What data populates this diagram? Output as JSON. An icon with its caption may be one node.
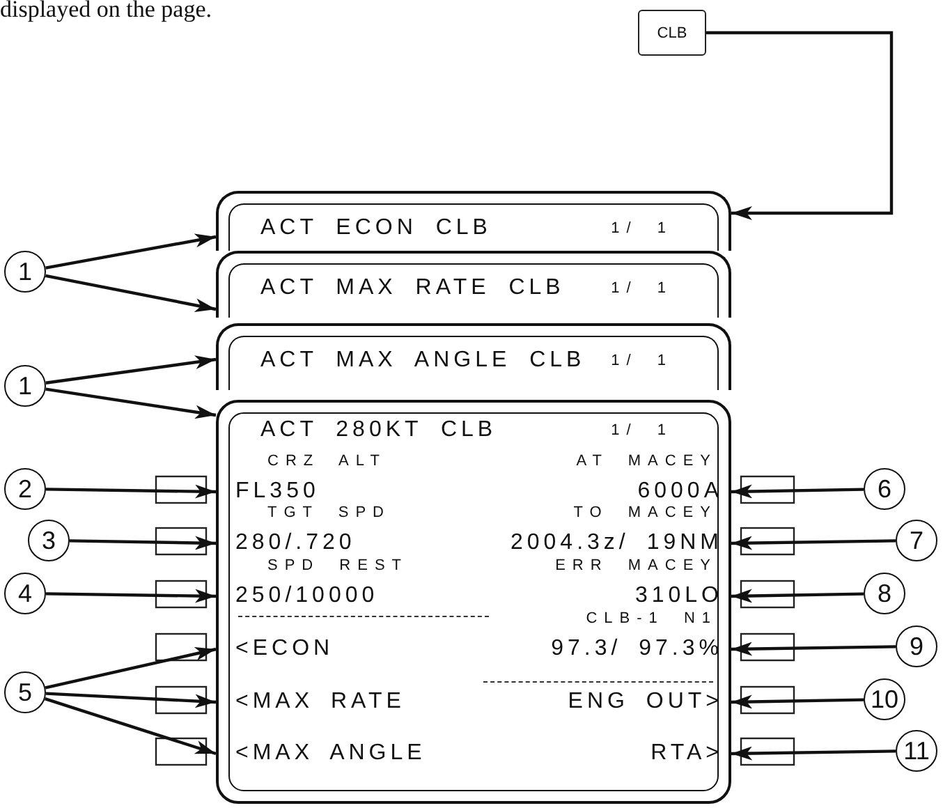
{
  "diagram": {
    "nodes": [
      {
        "text": [
          "CLB"
        ]
      },
      {
        "text": [
          "ACT ECON CLB",
          "1/ 1"
        ]
      },
      {
        "text": [
          "ACT MAX RATE CLB",
          "1/ 1"
        ]
      },
      {
        "text": [
          "ACT MAX ANGLE CLB",
          "1/ 1"
        ]
      },
      {
        "text": [
          "ACT 280KT CLB",
          "1/ 1",
          "CRZ ALT",
          "AT MACEY",
          "TGT SPD",
          "TO MACEY",
          "SPD REST",
          "ERR MACEY",
          "CLB-1 N1"
        ]
      },
      {
        "text": [
          "FL350"
        ],
        "in": 4
      },
      {
        "text": [
          "280/.720"
        ],
        "in": 4
      },
      {
        "text": [
          "250/10000"
        ],
        "in": 4
      },
      {
        "text": [
          "<ECON"
        ],
        "in": 4
      },
      {
        "text": [
          "<MAX RATE"
        ],
        "in": 4
      },
      {
        "text": [
          "<MAX ANGLE"
        ],
        "in": 4
      },
      {
        "text": [
          "6000A"
        ],
        "in": 4
      },
      {
        "text": [
          "2004.3z/ 19NM"
        ],
        "in": 4
      },
      {
        "text": [
          "310LO"
        ],
        "in": 4
      },
      {
        "text": [
          "97.3/ 97.3%"
        ],
        "in": 4
      },
      {
        "text": [
          "ENG OUT>"
        ],
        "in": 4
      },
      {
        "text": [
          "RTA>"
        ],
        "in": 4
      },
      {
        "text": [
          "1"
        ]
      },
      {
        "text": [
          "1"
        ]
      },
      {
        "text": [
          "2"
        ]
      },
      {
        "text": [
          "3"
        ]
      },
      {
        "text": [
          "4"
        ]
      },
      {
        "text": [
          "5"
        ]
      },
      {
        "text": [
          "6"
        ]
      },
      {
        "text": [
          "7"
        ]
      },
      {
        "text": [
          "8"
        ]
      },
      {
        "text": [
          "9"
        ]
      },
      {
        "text": [
          "10"
        ]
      },
      {
        "text": [
          "11"
        ]
      }
    ],
    "edges": [
      {
        "from": 0,
        "to": 1,
        "arrow": "to"
      },
      {
        "from": 17,
        "to": 1,
        "arrow": "to"
      },
      {
        "from": 17,
        "to": 2,
        "arrow": "to"
      },
      {
        "from": 18,
        "to": 3,
        "arrow": "to"
      },
      {
        "from": 18,
        "to": 4,
        "arrow": "to"
      },
      {
        "from": 19,
        "to": 5,
        "arrow": "to"
      },
      {
        "from": 20,
        "to": 6,
        "arrow": "to"
      },
      {
        "from": 21,
        "to": 7,
        "arrow": "to"
      },
      {
        "from": 22,
        "to": 8,
        "arrow": "to"
      },
      {
        "from": 22,
        "to": 9,
        "arrow": "to"
      },
      {
        "from": 22,
        "to": 10,
        "arrow": "to"
      },
      {
        "from": 23,
        "to": 11,
        "arrow": "to"
      },
      {
        "from": 24,
        "to": 12,
        "arrow": "to"
      },
      {
        "from": 25,
        "to": 13,
        "arrow": "to"
      },
      {
        "from": 26,
        "to": 14,
        "arrow": "to"
      },
      {
        "from": 27,
        "to": 15,
        "arrow": "to"
      },
      {
        "from": 28,
        "to": 16,
        "arrow": "to"
      }
    ],
    "labels": [
      "displayed on the page."
    ]
  }
}
